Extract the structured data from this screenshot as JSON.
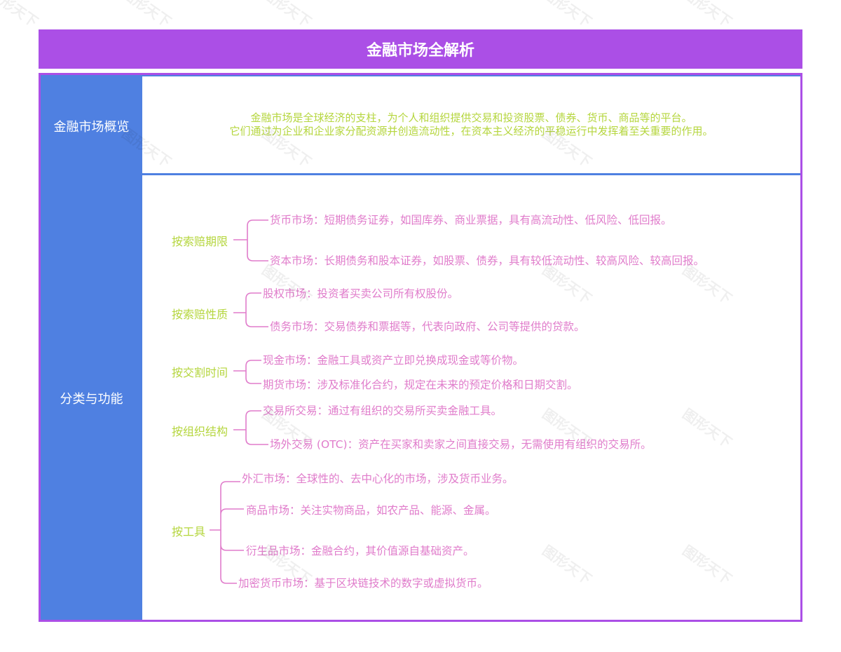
{
  "title": "金融市场全解析",
  "watermark_text": "图形天下",
  "colors": {
    "title_bg": "#ab4fe6",
    "label_bg": "#4f80e1",
    "category_text": "#b5d63e",
    "leaf_text": "#e07ccb",
    "overview_text": "#b5d63e"
  },
  "rows": [
    {
      "label": "金融市场概览",
      "content": {
        "line1": "金融市场是全球经济的支柱，为个人和组织提供交易和投资股票、债券、货币、商品等的平台。",
        "line2": "它们通过为企业和企业家分配资源并创造流动性，在资本主义经济的平稳运行中发挥着至关重要的作用。"
      }
    },
    {
      "label": "分类与功能",
      "categories": [
        {
          "name": "按索赔期限",
          "items": [
            "货币市场：短期债务证券，如国库券、商业票据，具有高流动性、低风险、低回报。",
            "资本市场：长期债务和股本证券，如股票、债券，具有较低流动性、较高风险、较高回报。"
          ]
        },
        {
          "name": "按索赔性质",
          "items": [
            "股权市场：投资者买卖公司所有权股份。",
            "债务市场：交易债券和票据等，代表向政府、公司等提供的贷款。"
          ]
        },
        {
          "name": "按交割时间",
          "items": [
            "现金市场：金融工具或资产立即兑换成现金或等价物。",
            "期货市场：涉及标准化合约，规定在未来的预定价格和日期交割。"
          ]
        },
        {
          "name": "按组织结构",
          "items": [
            "交易所交易：通过有组织的交易所买卖金融工具。",
            "场外交易 (OTC)：资产在买家和卖家之间直接交易，无需使用有组织的交易所。"
          ]
        },
        {
          "name": "按工具",
          "items": [
            "外汇市场：全球性的、去中心化的市场，涉及货币业务。",
            "商品市场：关注实物商品，如农产品、能源、金属。",
            "衍生品市场：金融合约，其价值源自基础资产。",
            "加密货币市场：基于区块链技术的数字或虚拟货币。"
          ]
        }
      ]
    }
  ]
}
